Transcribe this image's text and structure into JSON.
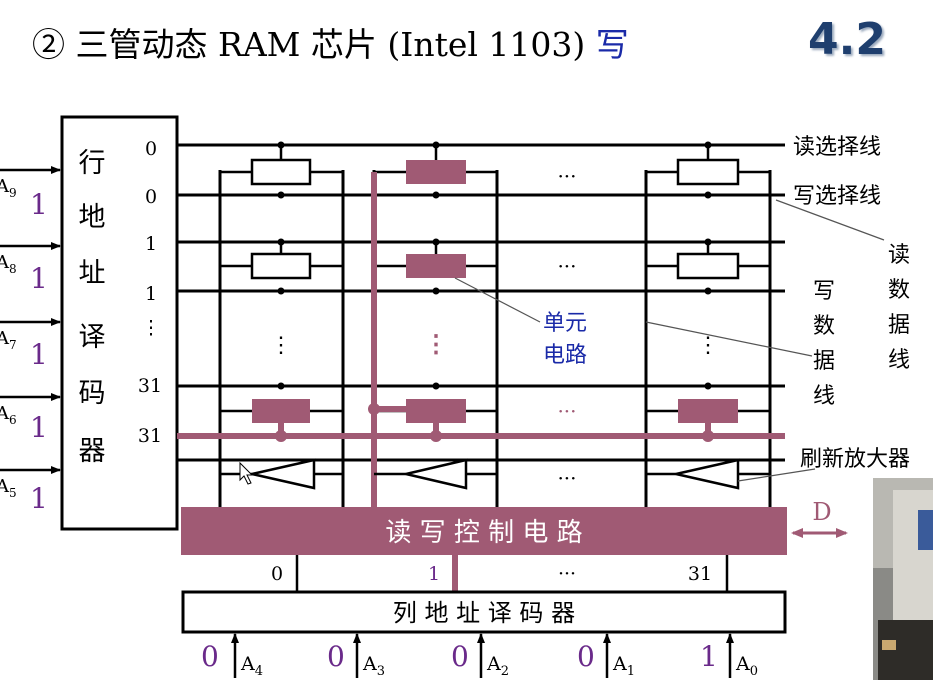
{
  "header": {
    "title_main": "② 三管动态 RAM 芯片 (Intel 1103)",
    "title_accent": "写",
    "section_number": "4.2"
  },
  "row_decoder": {
    "label_chars": [
      "行",
      "地",
      "址",
      "译",
      "码",
      "器"
    ],
    "inputs": [
      {
        "name": "A",
        "sub": "9",
        "value": "1"
      },
      {
        "name": "A",
        "sub": "8",
        "value": "1"
      },
      {
        "name": "A",
        "sub": "7",
        "value": "1"
      },
      {
        "name": "A",
        "sub": "6",
        "value": "1"
      },
      {
        "name": "A",
        "sub": "5",
        "value": "1"
      }
    ],
    "outputs": [
      "0",
      "0",
      "1",
      "1",
      "⋮",
      "31",
      "31"
    ]
  },
  "labels": {
    "read_select": "读选择线",
    "write_select": "写选择线",
    "read_data_line": [
      "读",
      "数",
      "据",
      "线"
    ],
    "write_data_line": [
      "写",
      "数",
      "据",
      "线"
    ],
    "cell_circuit": [
      "单元",
      "电路"
    ],
    "refresh_amp": "刷新放大器",
    "ellipsis_h": "···",
    "ellipsis_v": "⋮"
  },
  "rw_control": {
    "label": "读 写 控 制 电 路",
    "data_port": "D"
  },
  "column_outputs": [
    "0",
    "1",
    "···",
    "31"
  ],
  "col_decoder": {
    "label": "列 地 址 译 码 器",
    "inputs": [
      {
        "value": "0",
        "name": "A",
        "sub": "4"
      },
      {
        "value": "0",
        "name": "A",
        "sub": "3"
      },
      {
        "value": "0",
        "name": "A",
        "sub": "2"
      },
      {
        "value": "0",
        "name": "A",
        "sub": "1"
      },
      {
        "value": "1",
        "name": "A",
        "sub": "0"
      }
    ]
  },
  "colors": {
    "highlight": "#a05a74",
    "value_purple": "#6a2a8a",
    "accent_blue": "#1a2aa8",
    "section_navy": "#1f3f6e"
  }
}
